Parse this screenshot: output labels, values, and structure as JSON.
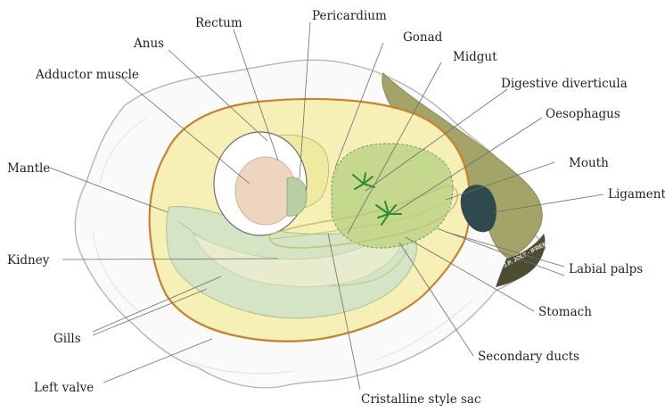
{
  "labels": {
    "rectum": "Rectum",
    "pericardium": "Pericardium",
    "anus": "Anus",
    "gonad": "Gonad",
    "midgut": "Midgut",
    "adductor_muscle": "Adductor muscle",
    "digestive_diverticula": "Digestive diverticula",
    "oesophagus": "Oesophagus",
    "mantle": "Mantle",
    "mouth": "Mouth",
    "ligament": "Ligament",
    "kidney": "Kidney",
    "labial_palps": "Labial palps",
    "stomach": "Stomach",
    "gills": "Gills",
    "secondary_ducts": "Secondary ducts",
    "left_valve": "Left valve",
    "cristalline_style_sac": "Cristalline style sac"
  },
  "credit": "J.P. JOLY - IFREMER",
  "colors": {
    "shell_outline": "#b5b5b5",
    "mantle_edge": "#c8822e",
    "body_fill": "#f6f0b6",
    "gill_fill": "#d6e4c6",
    "kidney_fill": "#e7eccf",
    "gonad_fill": "#c4d98e",
    "adductor_fill": "#edd5c0",
    "ligament_dark": "#2f4a4e",
    "hinge_olive": "#a4a468",
    "diverticula_green": "#2c8c2c"
  }
}
